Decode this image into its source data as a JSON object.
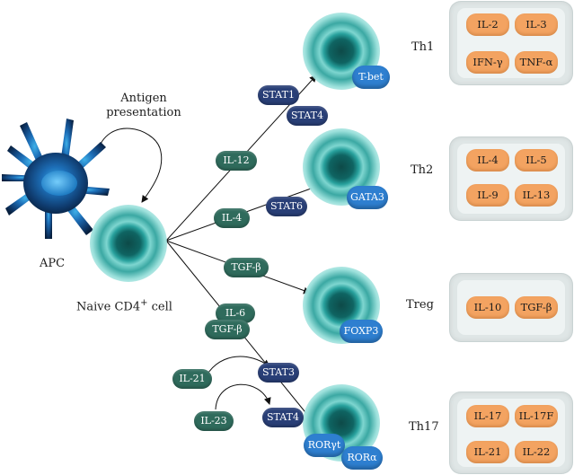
{
  "apc": {
    "label": "APC"
  },
  "antigen": {
    "line1": "Antigen",
    "line2": "presentation"
  },
  "naive": {
    "label_prefix": "Naive CD4",
    "label_sup": "+",
    "label_suffix": " cell"
  },
  "subsets": [
    {
      "name": "Th1",
      "tf": [
        "T-bet"
      ],
      "cytokines": [
        "IL-2",
        "IL-3",
        "IFN-γ",
        "TNF-α"
      ]
    },
    {
      "name": "Th2",
      "tf": [
        "GATA3"
      ],
      "cytokines": [
        "IL-4",
        "IL-5",
        "IL-9",
        "IL-13"
      ]
    },
    {
      "name": "Treg",
      "tf": [
        "FOXP3"
      ],
      "cytokines": [
        "IL-10",
        "TGF-β"
      ]
    },
    {
      "name": "Th17",
      "tf": [
        "RORγt",
        "RORα"
      ],
      "cytokines": [
        "IL-17",
        "IL-17F",
        "IL-21",
        "IL-22"
      ]
    }
  ],
  "signals": {
    "il12": "IL-12",
    "stat1": "STAT1",
    "stat4_th1": "STAT4",
    "il4": "IL-4",
    "stat6": "STAT6",
    "tgfb_treg": "TGF-β",
    "il6": "IL-6",
    "tgfb_th17": "TGF-β",
    "il21": "IL-21",
    "il23": "IL-23",
    "stat3": "STAT3",
    "stat4_th17": "STAT4"
  },
  "colors": {
    "cytokine_pill": "#2f6b5c",
    "stat_pill": "#293f77",
    "transcription_factor": "#2e7fd0",
    "secreted_cytokine": "#f3a361",
    "panel": "#dfe6e6",
    "cell_teal": "#28a19d",
    "apc_blue": "#1a4f9a"
  }
}
